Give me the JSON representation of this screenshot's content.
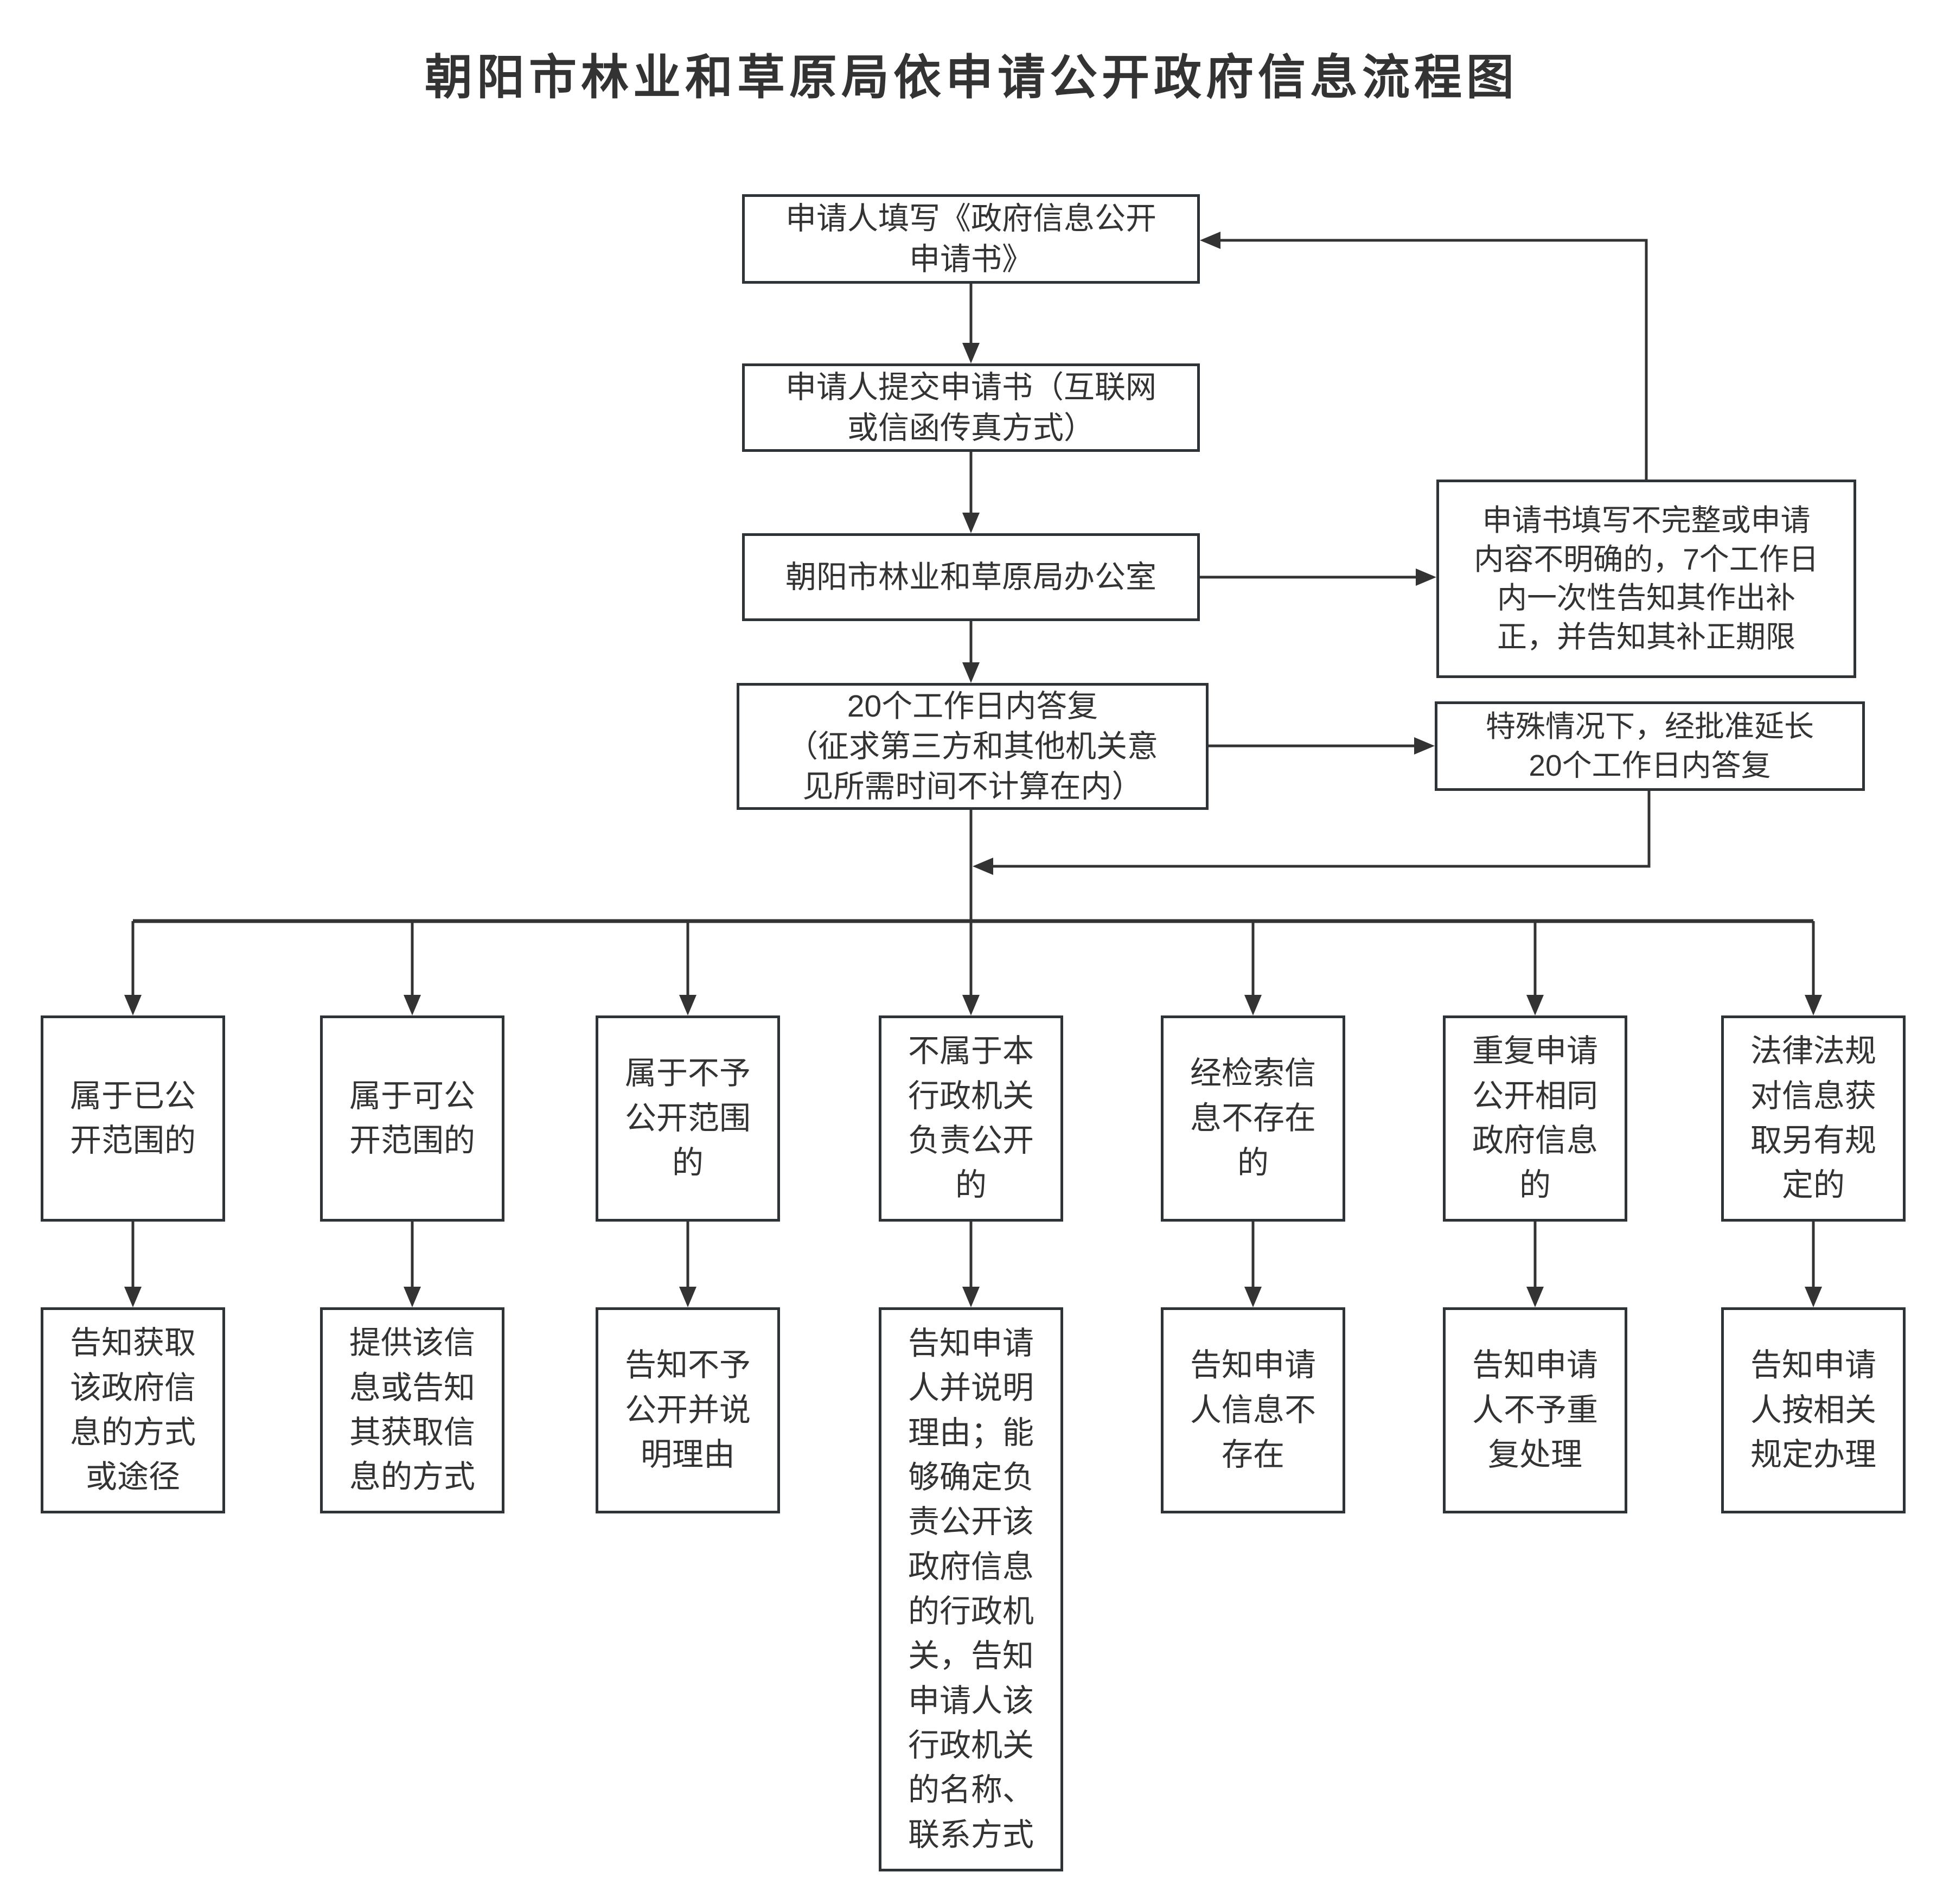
{
  "title": "朝阳市林业和草原局依申请公开政府信息流程图",
  "colors": {
    "line": "#333333",
    "box_border": "#2e3338",
    "text": "#333333",
    "background": "#ffffff"
  },
  "flow": {
    "step1": "申请人填写《政府信息公开\n申请书》",
    "step2": "申请人提交申请书（互联网\n或信函传真方式）",
    "step3": "朝阳市林业和草原局办公室",
    "step4": "20个工作日内答复\n（征求第三方和其他机关意\n见所需时间不计算在内）"
  },
  "side_notes": {
    "supplement": "申请书填写不完整或申请\n内容不明确的，7个工作日\n内一次性告知其作出补\n正，并告知其补正期限",
    "extension": "特殊情况下，经批准延长\n20个工作日内答复"
  },
  "branches": [
    {
      "condition": "属于已公\n开范围的",
      "action": "告知获取\n该政府信\n息的方式\n或途径"
    },
    {
      "condition": "属于可公\n开范围的",
      "action": "提供该信\n息或告知\n其获取信\n息的方式"
    },
    {
      "condition": "属于不予\n公开范围\n的",
      "action": "告知不予\n公开并说\n明理由"
    },
    {
      "condition": "不属于本\n行政机关\n负责公开\n的",
      "action": "告知申请\n人并说明\n理由；能\n够确定负\n责公开该\n政府信息\n的行政机\n关，告知\n申请人该\n行政机关\n的名称、\n联系方式"
    },
    {
      "condition": "经检索信\n息不存在\n的",
      "action": "告知申请\n人信息不\n存在"
    },
    {
      "condition": "重复申请\n公开相同\n政府信息\n的",
      "action": "告知申请\n人不予重\n复处理"
    },
    {
      "condition": "法律法规\n对信息获\n取另有规\n定的",
      "action": "告知申请\n人按相关\n规定办理"
    }
  ]
}
